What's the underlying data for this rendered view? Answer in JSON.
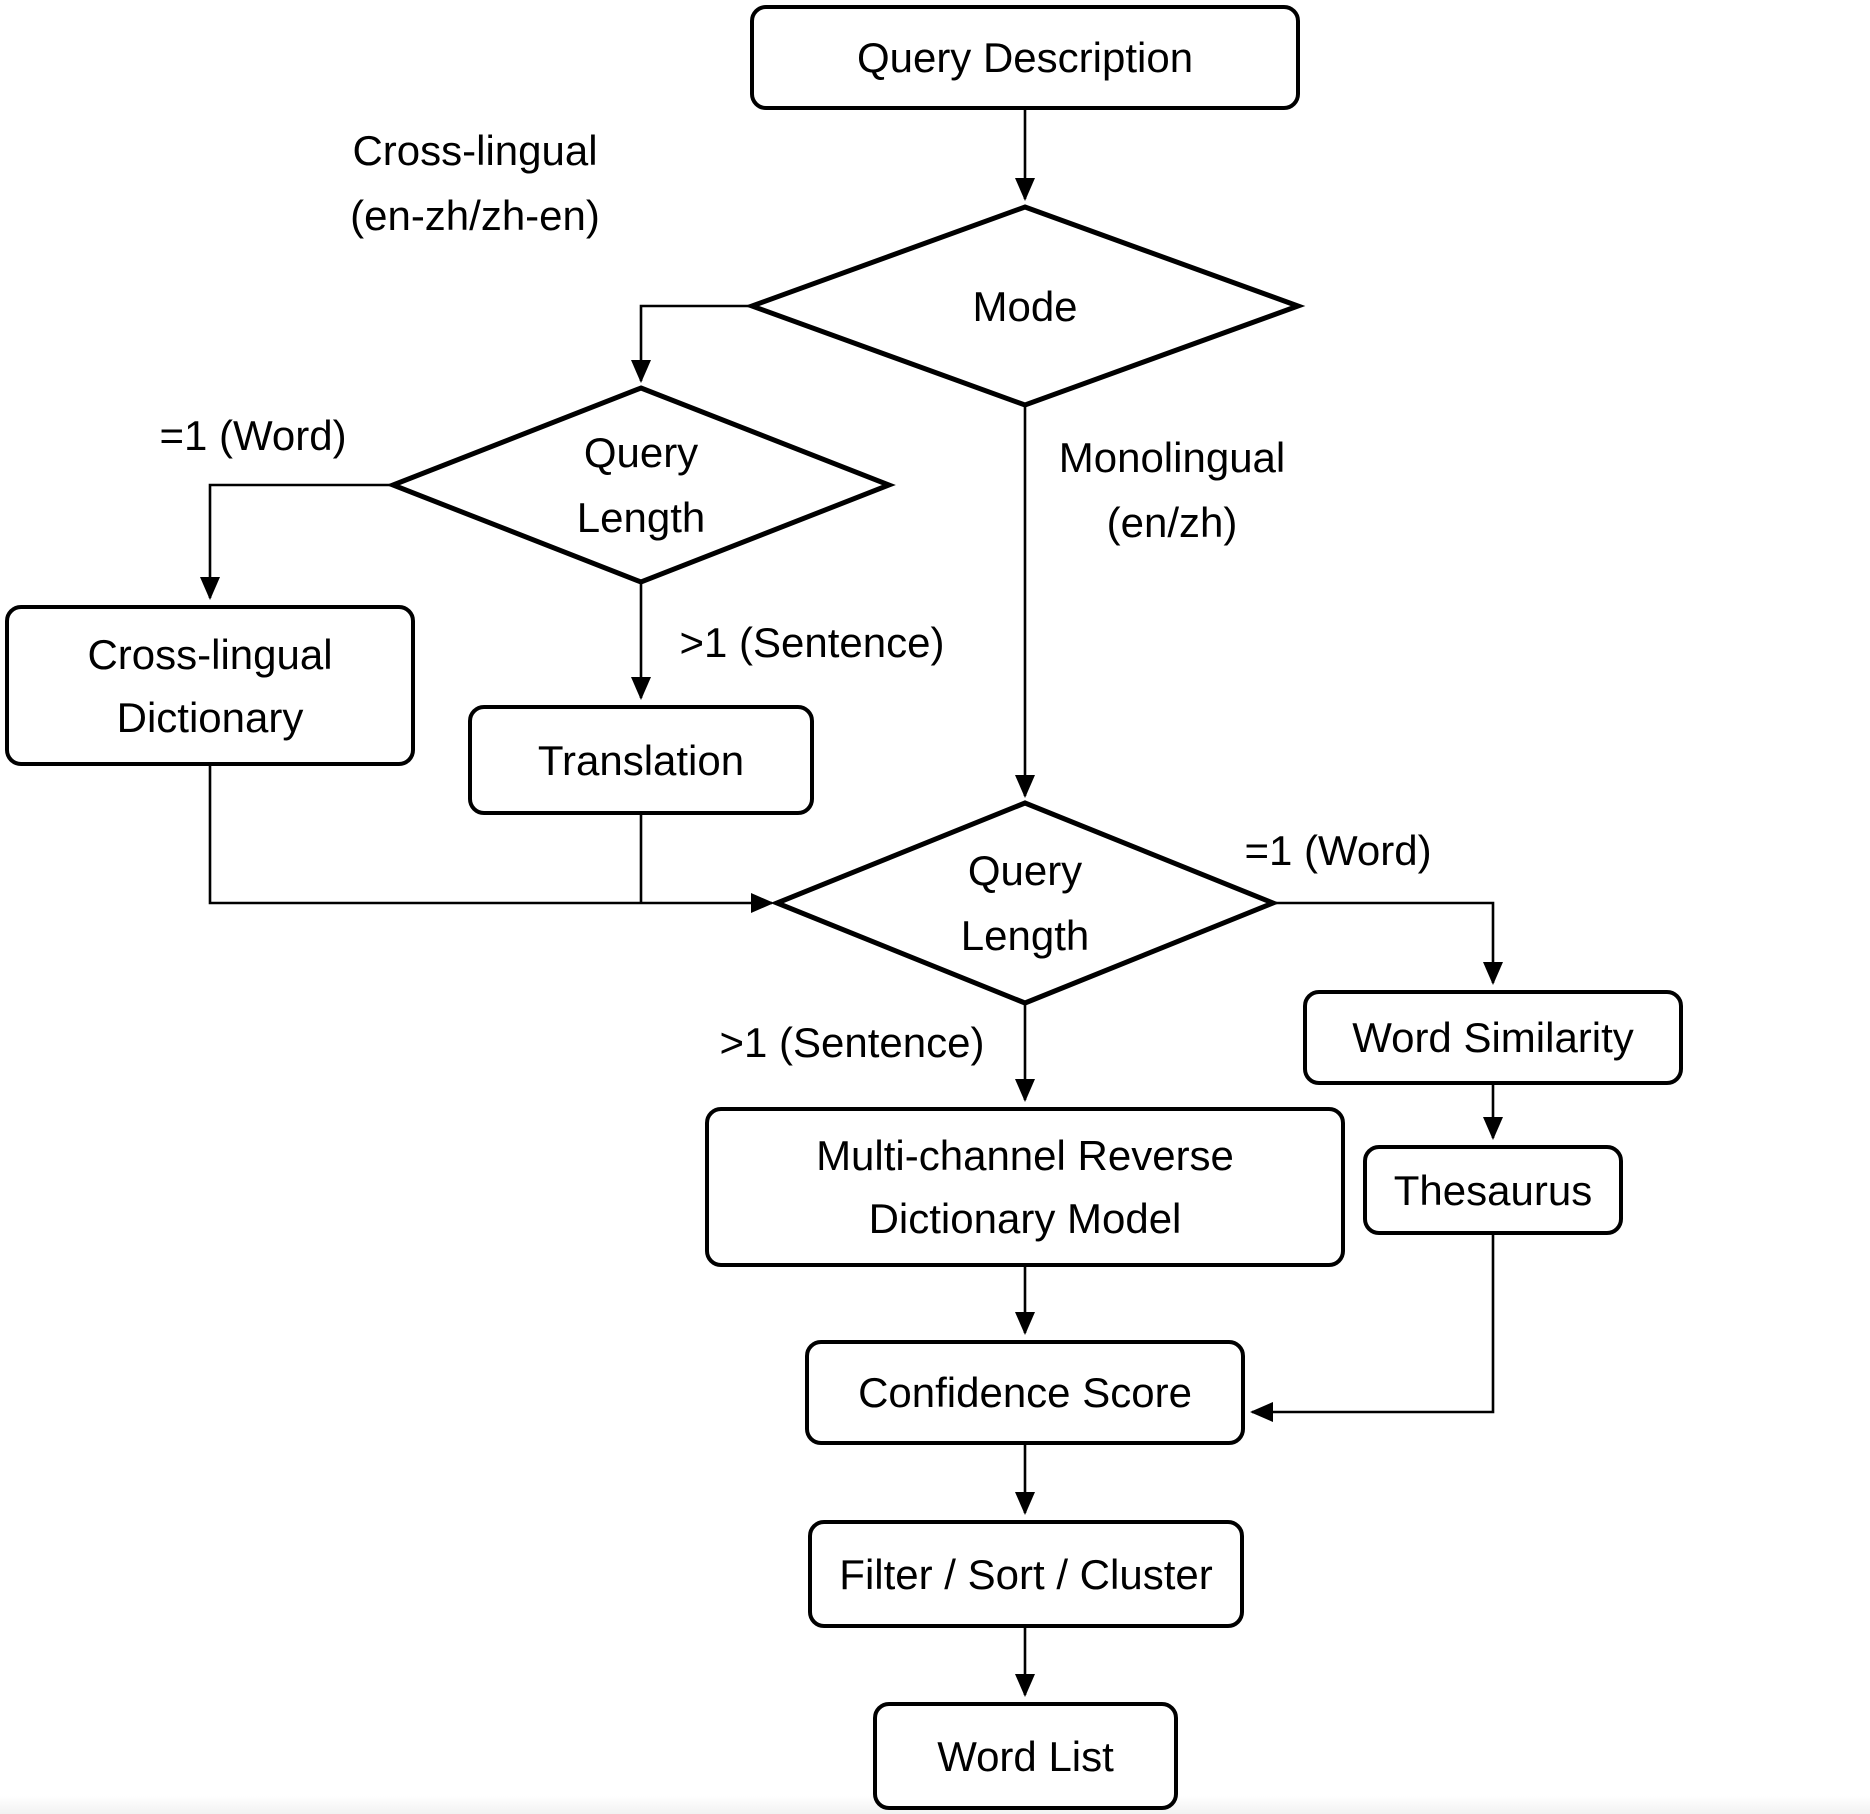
{
  "diagram": {
    "background": "#ffffff",
    "stroke_color": "#000000",
    "text_color": "#000000",
    "nodes": {
      "query_description": {
        "label": "Query Description"
      },
      "mode": {
        "label": "Mode"
      },
      "query_length_cross": {
        "line1": "Query",
        "line2": "Length"
      },
      "cross_lingual_dictionary": {
        "line1": "Cross-lingual",
        "line2": "Dictionary"
      },
      "translation": {
        "label": "Translation"
      },
      "query_length_mono": {
        "line1": "Query",
        "line2": "Length"
      },
      "multi_channel_model": {
        "line1": "Multi-channel Reverse",
        "line2": "Dictionary Model"
      },
      "word_similarity": {
        "label": "Word Similarity"
      },
      "thesaurus": {
        "label": "Thesaurus"
      },
      "confidence_score": {
        "label": "Confidence Score"
      },
      "filter_sort_cluster": {
        "label": "Filter / Sort / Cluster"
      },
      "word_list": {
        "label": "Word List"
      }
    },
    "edge_labels": {
      "mode_cross_lingual": {
        "line1": "Cross-lingual",
        "line2": "(en-zh/zh-en)"
      },
      "mode_monolingual": {
        "line1": "Monolingual",
        "line2": "(en/zh)"
      },
      "length_word_cross": "=1 (Word)",
      "length_sentence_cross": ">1 (Sentence)",
      "length_sentence_mono": ">1 (Sentence)",
      "length_word_mono": "=1 (Word)"
    }
  }
}
